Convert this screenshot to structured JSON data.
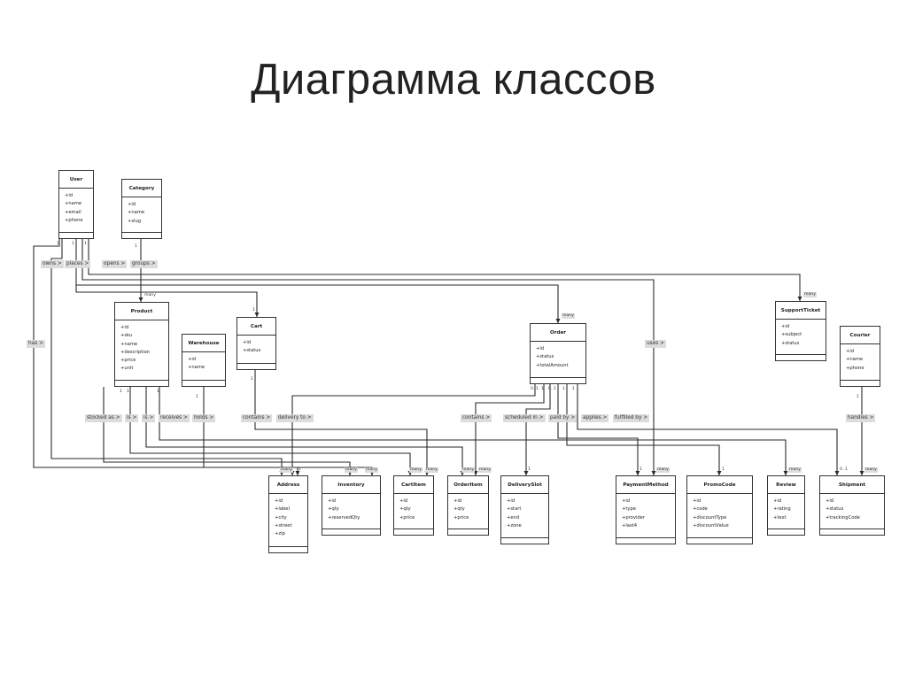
{
  "title": "Диаграмма классов",
  "classes": [
    {
      "id": "user",
      "name": "User",
      "attrs": [
        "+id",
        "+name",
        "+email",
        "+phone"
      ]
    },
    {
      "id": "category",
      "name": "Category",
      "attrs": [
        "+id",
        "+name",
        "+slug"
      ]
    },
    {
      "id": "product",
      "name": "Product",
      "attrs": [
        "+id",
        "+sku",
        "+name",
        "+description",
        "+price",
        "+unit"
      ]
    },
    {
      "id": "warehouse",
      "name": "Warehouse",
      "attrs": [
        "+id",
        "+name"
      ]
    },
    {
      "id": "cart",
      "name": "Cart",
      "attrs": [
        "+id",
        "+status"
      ]
    },
    {
      "id": "order",
      "name": "Order",
      "attrs": [
        "+id",
        "+status",
        "+totalAmount"
      ]
    },
    {
      "id": "supportticket",
      "name": "SupportTicket",
      "attrs": [
        "+id",
        "+subject",
        "+status"
      ]
    },
    {
      "id": "courier",
      "name": "Courier",
      "attrs": [
        "+id",
        "+name",
        "+phone"
      ]
    },
    {
      "id": "address",
      "name": "Address",
      "attrs": [
        "+id",
        "+label",
        "+city",
        "+street",
        "+zip"
      ]
    },
    {
      "id": "inventory",
      "name": "Inventory",
      "attrs": [
        "+id",
        "+qty",
        "+reservedQty"
      ]
    },
    {
      "id": "cartitem",
      "name": "CartItem",
      "attrs": [
        "+id",
        "+qty",
        "+price"
      ]
    },
    {
      "id": "orderitem",
      "name": "OrderItem",
      "attrs": [
        "+id",
        "+qty",
        "+price"
      ]
    },
    {
      "id": "deliveryslot",
      "name": "DeliverySlot",
      "attrs": [
        "+id",
        "+start",
        "+end",
        "+zone"
      ]
    },
    {
      "id": "paymentmethod",
      "name": "PaymentMethod",
      "attrs": [
        "+id",
        "+type",
        "+provider",
        "+last4"
      ]
    },
    {
      "id": "promocode",
      "name": "PromoCode",
      "attrs": [
        "+id",
        "+code",
        "+discountType",
        "+discountValue"
      ]
    },
    {
      "id": "review",
      "name": "Review",
      "attrs": [
        "+id",
        "+rating",
        "+text"
      ]
    },
    {
      "id": "shipment",
      "name": "Shipment",
      "attrs": [
        "+id",
        "+status",
        "+trackingCode"
      ]
    }
  ],
  "relations": [
    {
      "id": "owns",
      "label": "owns >"
    },
    {
      "id": "places",
      "label": "places >"
    },
    {
      "id": "opens",
      "label": "opens >"
    },
    {
      "id": "groups",
      "label": "groups >"
    },
    {
      "id": "has",
      "label": "has >"
    },
    {
      "id": "uses",
      "label": "uses >"
    },
    {
      "id": "stocked_as",
      "label": "stocked as >"
    },
    {
      "id": "is1",
      "label": "is >"
    },
    {
      "id": "is2",
      "label": "is >"
    },
    {
      "id": "receives",
      "label": "receives >"
    },
    {
      "id": "holds",
      "label": "holds >"
    },
    {
      "id": "cart_contains",
      "label": "contains >"
    },
    {
      "id": "delivery_to",
      "label": "delivery to >"
    },
    {
      "id": "order_contains",
      "label": "contains >"
    },
    {
      "id": "scheduled_in",
      "label": "scheduled in >"
    },
    {
      "id": "paid_by",
      "label": "paid by >"
    },
    {
      "id": "applies",
      "label": "applies >"
    },
    {
      "id": "fulfilled_by",
      "label": "fulfilled by >"
    },
    {
      "id": "handles",
      "label": "handles >"
    }
  ],
  "multiplicities": {
    "many": "many",
    "one": "1",
    "zero_one": "0..1",
    "zero_one_b": "0..1"
  }
}
